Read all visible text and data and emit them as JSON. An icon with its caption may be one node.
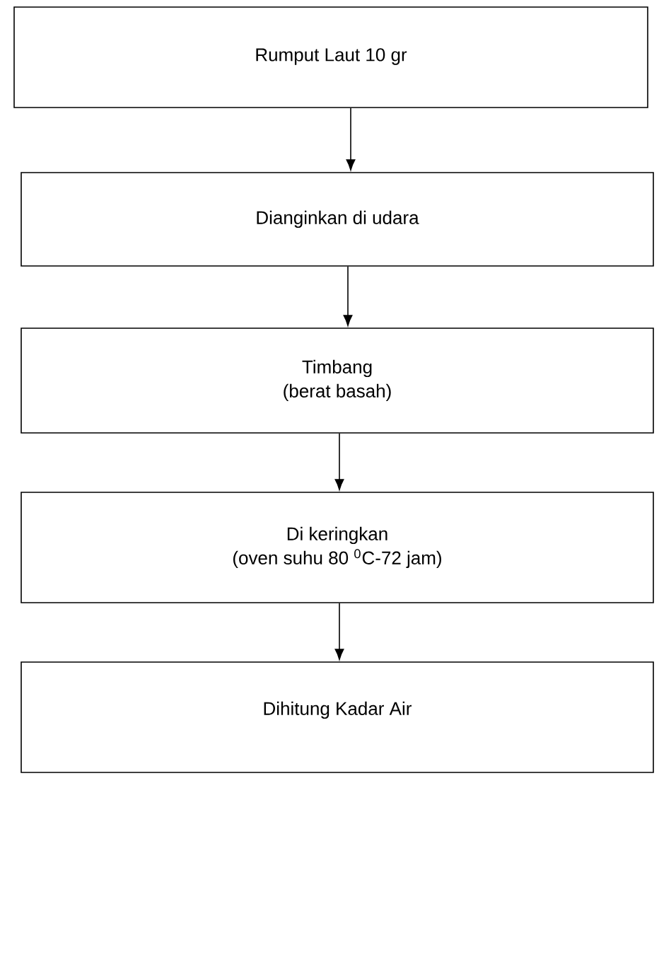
{
  "diagram": {
    "nodes": [
      {
        "text": [
          "Rumput Laut 10 gr"
        ]
      },
      {
        "text": [
          "Dianginkan di udara"
        ]
      },
      {
        "text": [
          "Timbang",
          "(berat basah)"
        ]
      },
      {
        "text": [
          "Di keringkan",
          "(oven suhu 80 $^{0}$C-72 jam)"
        ]
      },
      {
        "text": [
          "Dihitung Kadar Air"
        ]
      }
    ],
    "edges": [
      {
        "from": 0,
        "to": 1,
        "arrow": "to"
      },
      {
        "from": 1,
        "to": 2,
        "arrow": "to"
      },
      {
        "from": 2,
        "to": 3,
        "arrow": "to"
      },
      {
        "from": 3,
        "to": 4,
        "arrow": "to"
      }
    ]
  }
}
